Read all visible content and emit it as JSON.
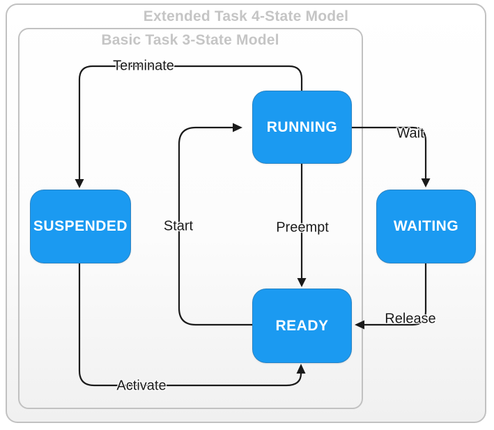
{
  "diagram": {
    "outer_frame_title": "Extended Task 4-State Model",
    "inner_frame_title": "Basic Task 3-State Model",
    "states": [
      {
        "id": "running",
        "label": "RUNNING"
      },
      {
        "id": "suspended",
        "label": "SUSPENDED"
      },
      {
        "id": "waiting",
        "label": "WAITING"
      },
      {
        "id": "ready",
        "label": "READY"
      }
    ],
    "transitions": [
      {
        "label": "Terminate",
        "from": "RUNNING",
        "to": "SUSPENDED"
      },
      {
        "label": "Start",
        "from": "READY",
        "to": "RUNNING"
      },
      {
        "label": "Preempt",
        "from": "RUNNING",
        "to": "READY"
      },
      {
        "label": "Wait",
        "from": "RUNNING",
        "to": "WAITING"
      },
      {
        "label": "Release",
        "from": "WAITING",
        "to": "READY"
      },
      {
        "label": "Activate",
        "from": "SUSPENDED",
        "to": "READY"
      }
    ],
    "colors": {
      "state_fill": "#1b9af1",
      "state_text": "#ffffff",
      "frame_border": "#c1c1c1",
      "frame_title": "#c5c5c5",
      "edge": "#1a1a1a"
    }
  }
}
